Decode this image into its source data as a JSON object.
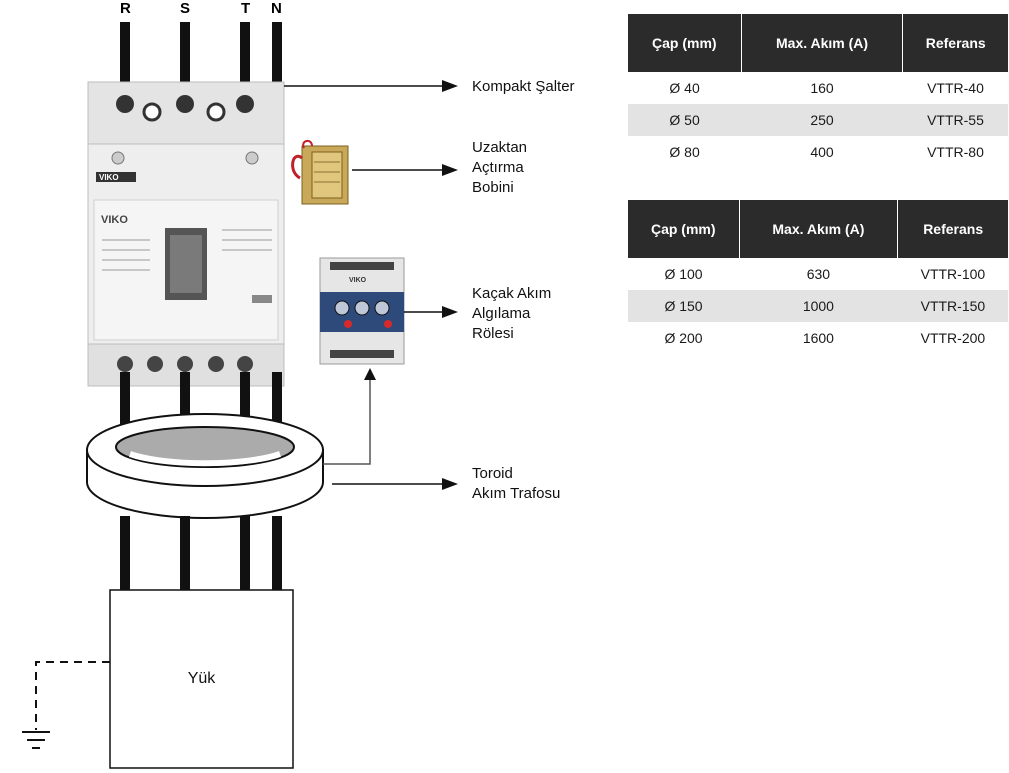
{
  "phases": [
    "R",
    "S",
    "T",
    "N"
  ],
  "labels": {
    "compact_switch": "Kompakt Şalter",
    "remote_trip": [
      "Uzaktan",
      "Açtırma",
      "Bobini"
    ],
    "leakage_relay": [
      "Kaçak Akım",
      "Algılama",
      "Rölesi"
    ],
    "toroid": [
      "Toroid",
      "Akım Trafosu"
    ],
    "load": "Yük"
  },
  "tables": [
    {
      "headers": [
        "Çap (mm)",
        "Max. Akım (A)",
        "Referans"
      ],
      "rows": [
        [
          "Ø 40",
          "160",
          "VTTR-40"
        ],
        [
          "Ø 50",
          "250",
          "VTTR-55"
        ],
        [
          "Ø 80",
          "400",
          "VTTR-80"
        ]
      ]
    },
    {
      "headers": [
        "Çap (mm)",
        "Max. Akım (A)",
        "Referans"
      ],
      "rows": [
        [
          "Ø 100",
          "630",
          "VTTR-100"
        ],
        [
          "Ø 150",
          "1000",
          "VTTR-150"
        ],
        [
          "Ø 200",
          "1600",
          "VTTR-200"
        ]
      ]
    }
  ],
  "breaker_brand": "VIKO",
  "relay_brand": "VIKO"
}
